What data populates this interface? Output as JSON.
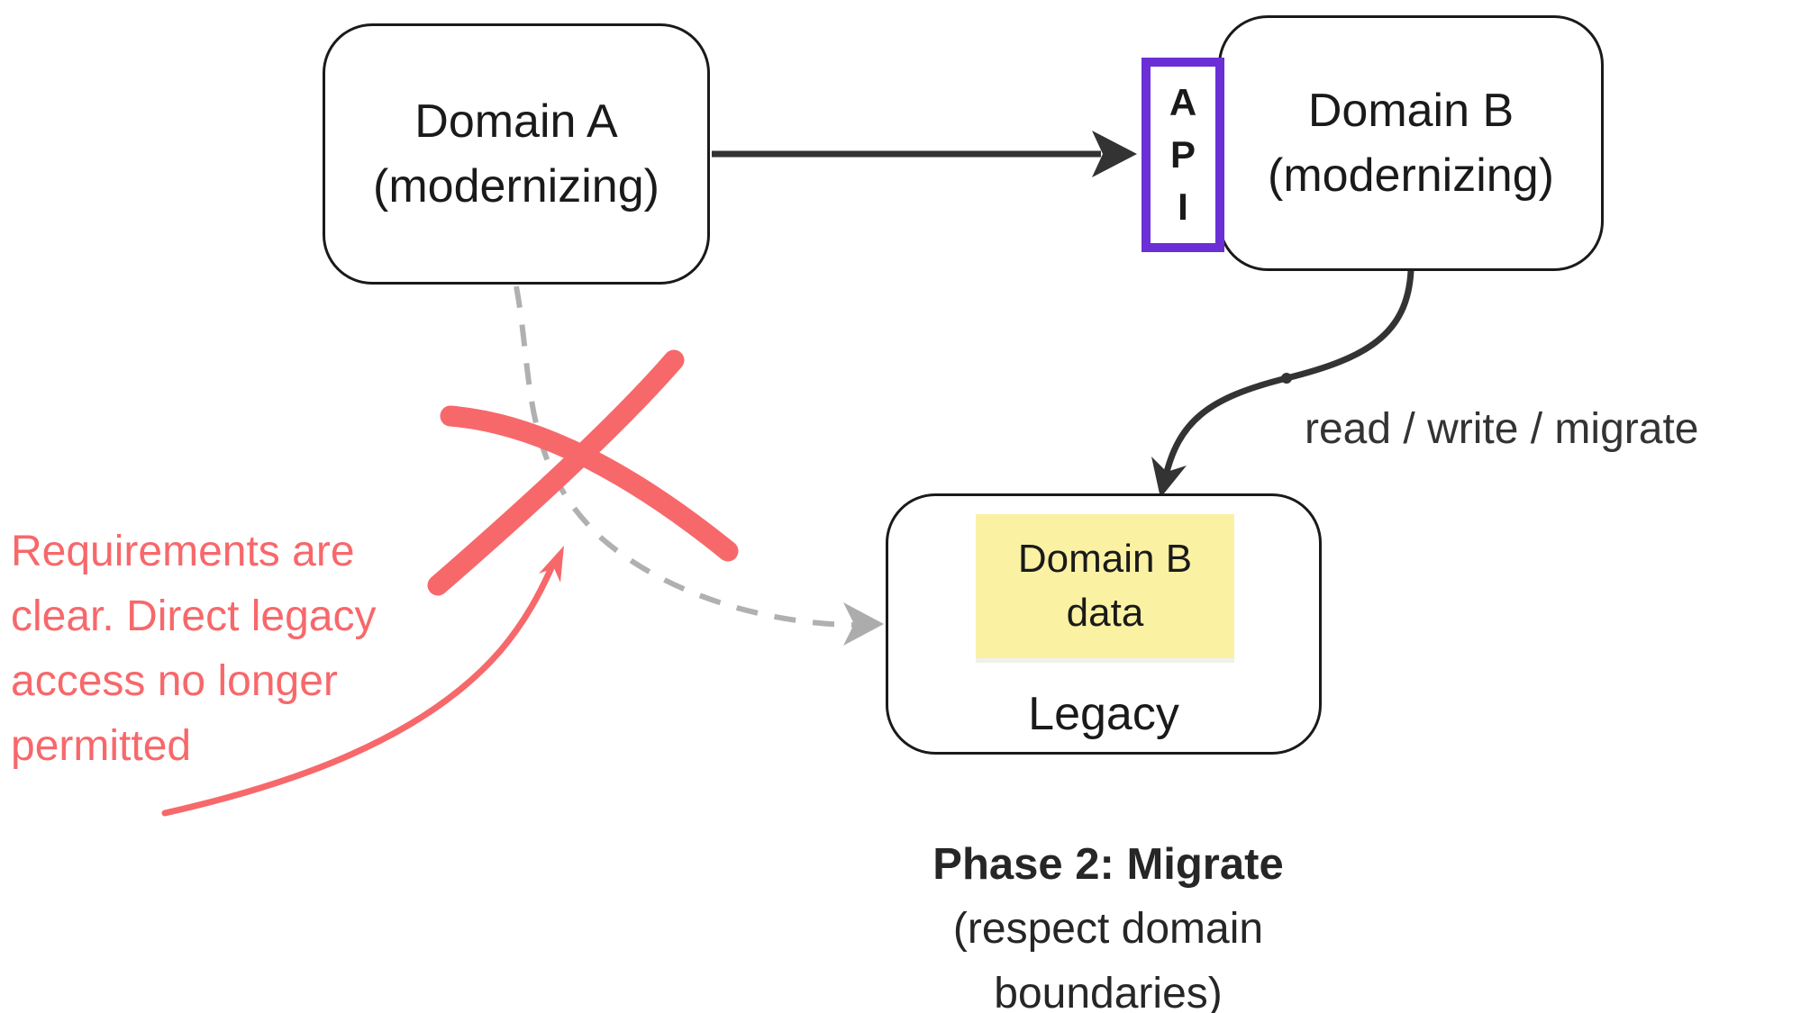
{
  "diagram": {
    "nodes": {
      "domain_a": {
        "line1": "Domain A",
        "line2": "(modernizing)"
      },
      "domain_b": {
        "line1": "Domain B",
        "line2": "(modernizing)"
      },
      "api": {
        "letter1": "A",
        "letter2": "P",
        "letter3": "I"
      },
      "legacy": {
        "label": "Legacy",
        "note_line1": "Domain B",
        "note_line2": "data"
      }
    },
    "labels": {
      "edge": "read / write / migrate",
      "caption_line1": "Phase 2: Migrate",
      "caption_line2": "(respect domain",
      "caption_line3": "boundaries)"
    },
    "annotation": {
      "line1": "Requirements are",
      "line2": "clear. Direct legacy",
      "line3": "access no longer",
      "line4": "permitted"
    },
    "colors": {
      "stroke_dark": "#333333",
      "box_border": "#1A1A1A",
      "api_purple": "#6B2FD6",
      "note_yellow": "#FAF1A3",
      "dashed_gray": "#B0B0B0",
      "annotation_red": "#F7686B"
    }
  }
}
